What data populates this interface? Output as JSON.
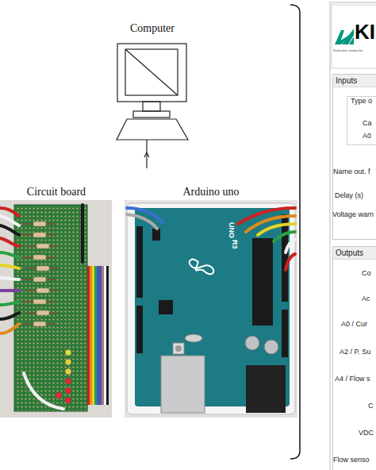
{
  "diagram": {
    "nodes": [
      {
        "text": [
          "Computer"
        ]
      },
      {
        "text": [
          "Circuit board"
        ]
      },
      {
        "text": [
          "Arduino uno"
        ]
      },
      {
        "text": [
          "Inputs"
        ]
      },
      {
        "text": [
          "Type o"
        ],
        "in": 3
      },
      {
        "text": [
          "Outputs"
        ]
      }
    ],
    "labels": [
      "KI",
      "Karlsruher Institut für",
      "Ca",
      "A0",
      "Name out. f",
      "Delay (s)",
      "Voltage warn",
      "Co",
      "Ac",
      "A0 / Cur",
      "A2 / P. Su",
      "A4 / Flow s",
      "C",
      "VDC",
      "Flow senso",
      "UNO",
      "R3"
    ]
  }
}
